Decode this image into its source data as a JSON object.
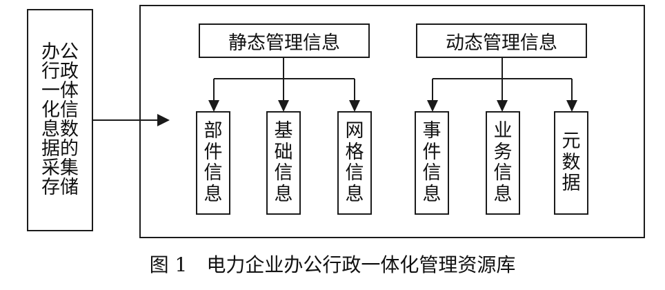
{
  "left_box": {
    "lines": [
      "办公",
      "行政",
      "一体",
      "化信",
      "息数",
      "据的",
      "采集",
      "存储"
    ]
  },
  "static_group": {
    "title": "静态管理信息",
    "items": [
      "部件信息",
      "基础信息",
      "网格信息"
    ]
  },
  "dynamic_group": {
    "title": "动态管理信息",
    "items": [
      "事件信息",
      "业务信息",
      "元数据"
    ]
  },
  "caption": {
    "number": "图 1",
    "text": "电力企业办公行政一体化管理资源库"
  }
}
